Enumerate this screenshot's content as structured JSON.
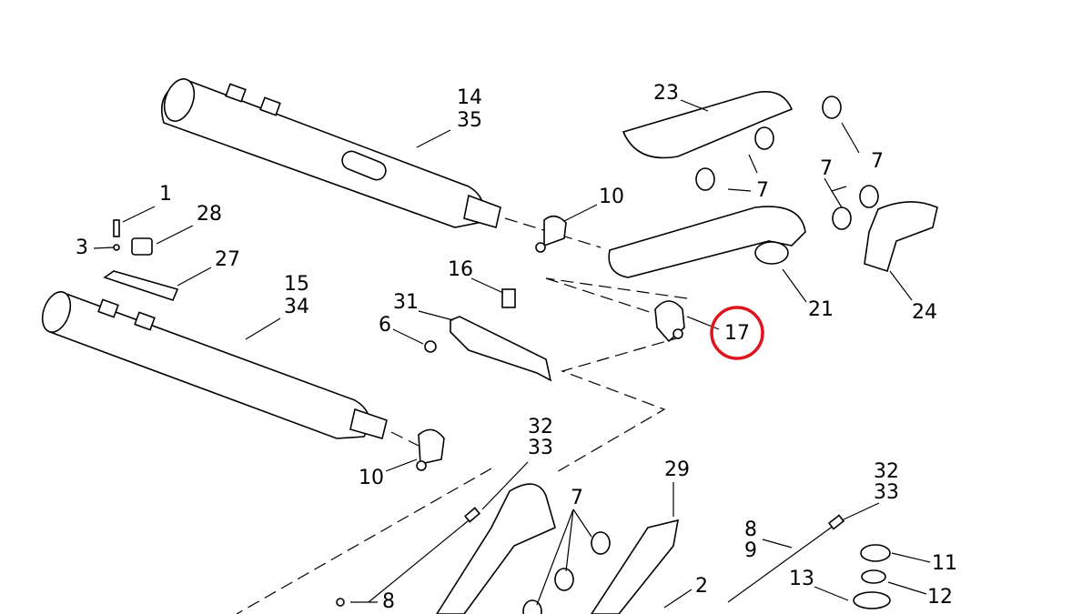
{
  "diagram": {
    "highlight_color": "#e0141e",
    "labels": {
      "l14": "14",
      "l35": "35",
      "l23": "23",
      "l7a": "7",
      "l7b": "7",
      "l7c": "7",
      "l10a": "10",
      "l1": "1",
      "l28": "28",
      "l3": "3",
      "l27": "27",
      "l15": "15",
      "l34": "34",
      "l16": "16",
      "l31": "31",
      "l6": "6",
      "l17": "17",
      "l21": "21",
      "l24": "24",
      "l32a": "32",
      "l33a": "33",
      "l10b": "10",
      "l29": "29",
      "l7d": "7",
      "l32b": "32",
      "l33b": "33",
      "l8a": "8",
      "l9": "9",
      "l11": "11",
      "l12": "12",
      "l13": "13",
      "l2": "2",
      "l8b": "8"
    }
  }
}
